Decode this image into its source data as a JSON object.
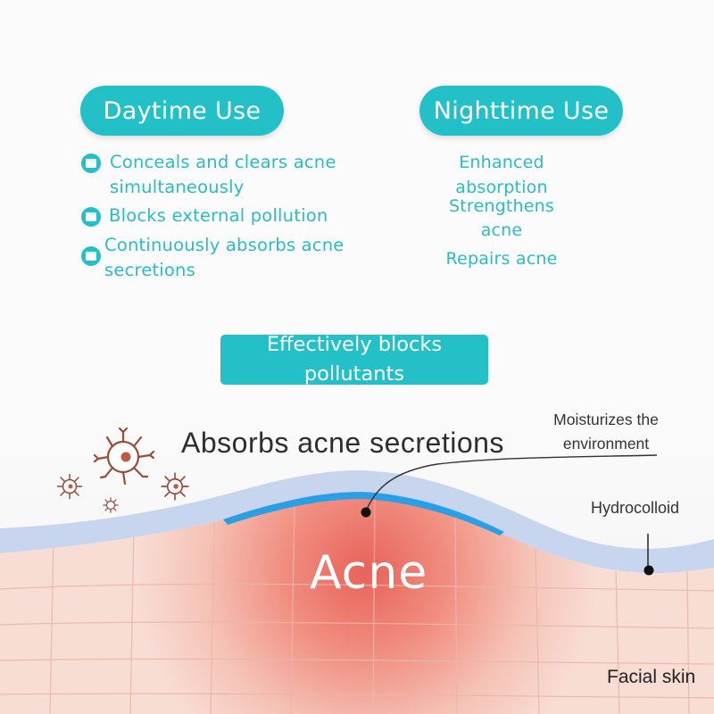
{
  "headers": {
    "daytime": "Daytime Use",
    "nighttime": "Nighttime Use"
  },
  "daytime_benefits": [
    "Conceals and clears acne simultaneously",
    "Blocks external pollution",
    "Continuously absorbs acne secretions"
  ],
  "nighttime_benefits": [
    "Enhanced absorption",
    "Strengthens acne",
    "Repairs acne"
  ],
  "pollutant_banner": "Effectively blocks pollutants",
  "diagram_labels": {
    "absorbs": "Absorbs acne secretions",
    "moisturizes": "Moisturizes the environment",
    "hydrocolloid": "Hydrocolloid",
    "acne": "Acne",
    "facial_skin": "Facial skin"
  },
  "colors": {
    "teal": "#23c0c8",
    "teal_text": "#2bbcc6",
    "hydrocolloid_layer": "#c7d5ef",
    "absorb_layer": "#2b9fe6",
    "skin": "#f7d6cd",
    "acne_core": "#ea6b5f",
    "bacteria": "#9a4b3a"
  }
}
